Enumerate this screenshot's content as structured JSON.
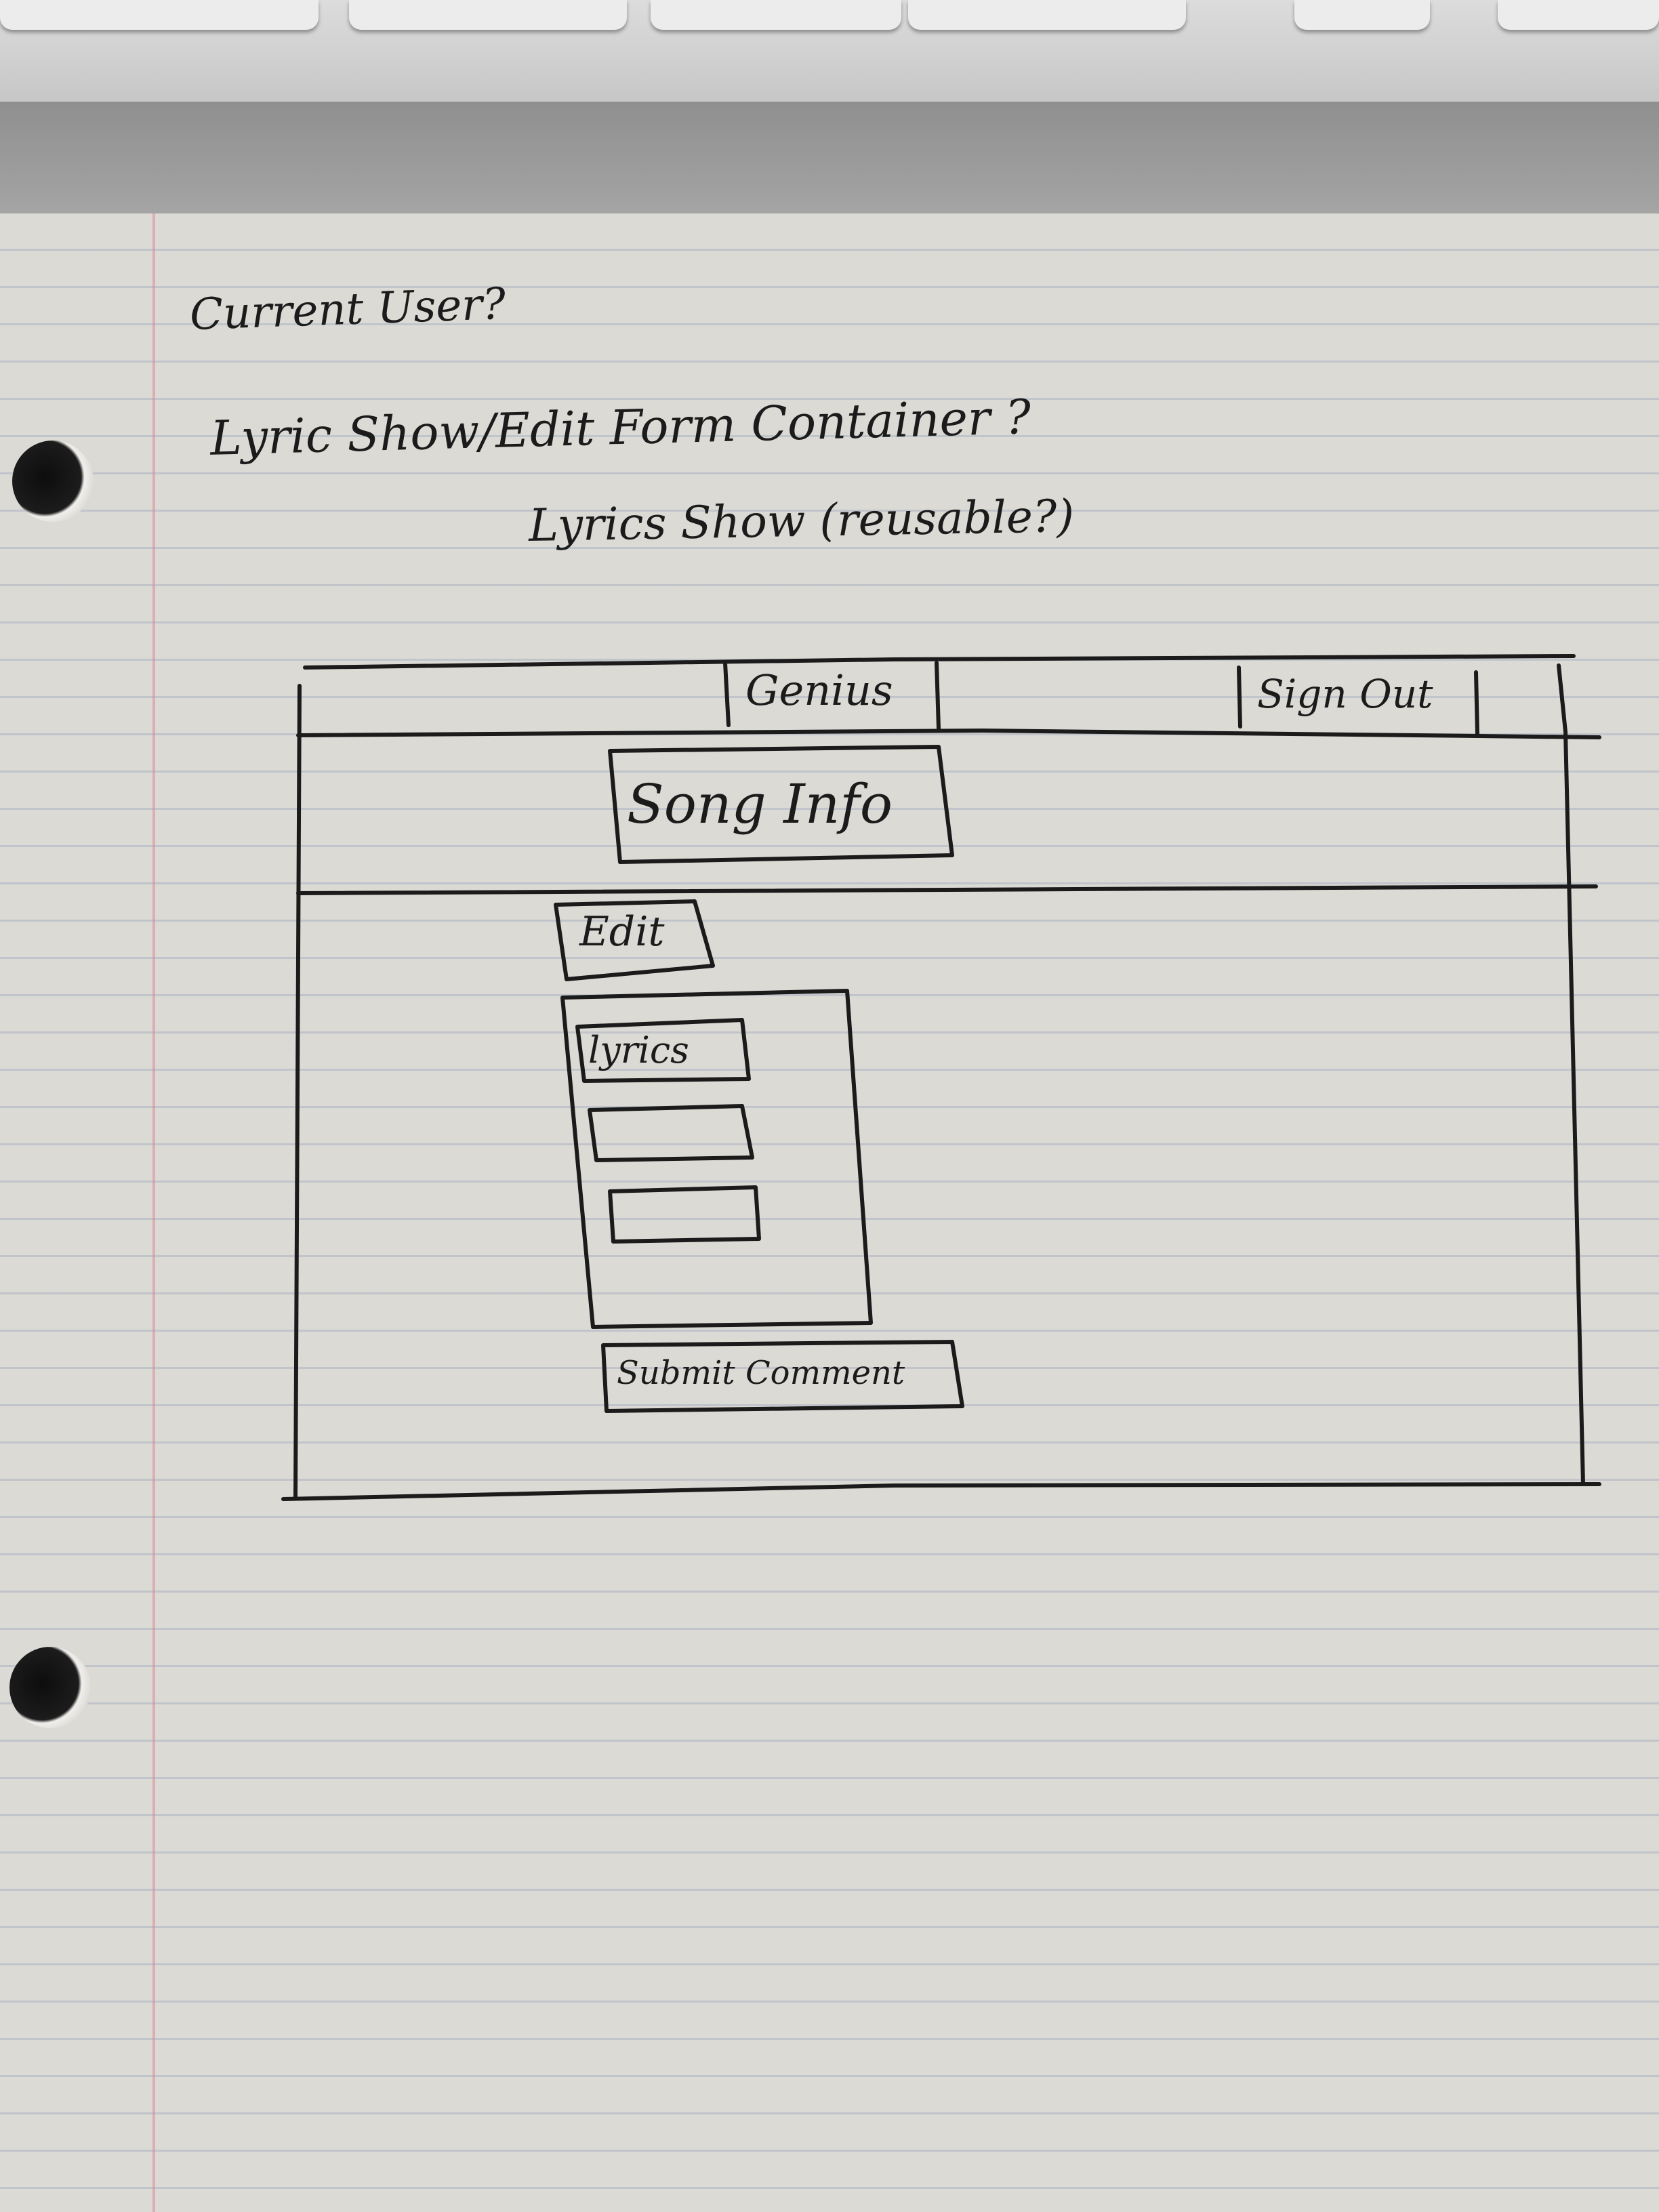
{
  "notes": {
    "line1": "Current User?",
    "line2": "Lyric Show/Edit Form Container ?",
    "line3": "Lyrics Show (reusable?)"
  },
  "wireframe": {
    "nav": {
      "logo": "Genius",
      "signout": "Sign Out"
    },
    "song_info": "Song Info",
    "edit_button": "Edit",
    "lyrics_label": "lyrics",
    "submit_button": "Submit Comment"
  }
}
